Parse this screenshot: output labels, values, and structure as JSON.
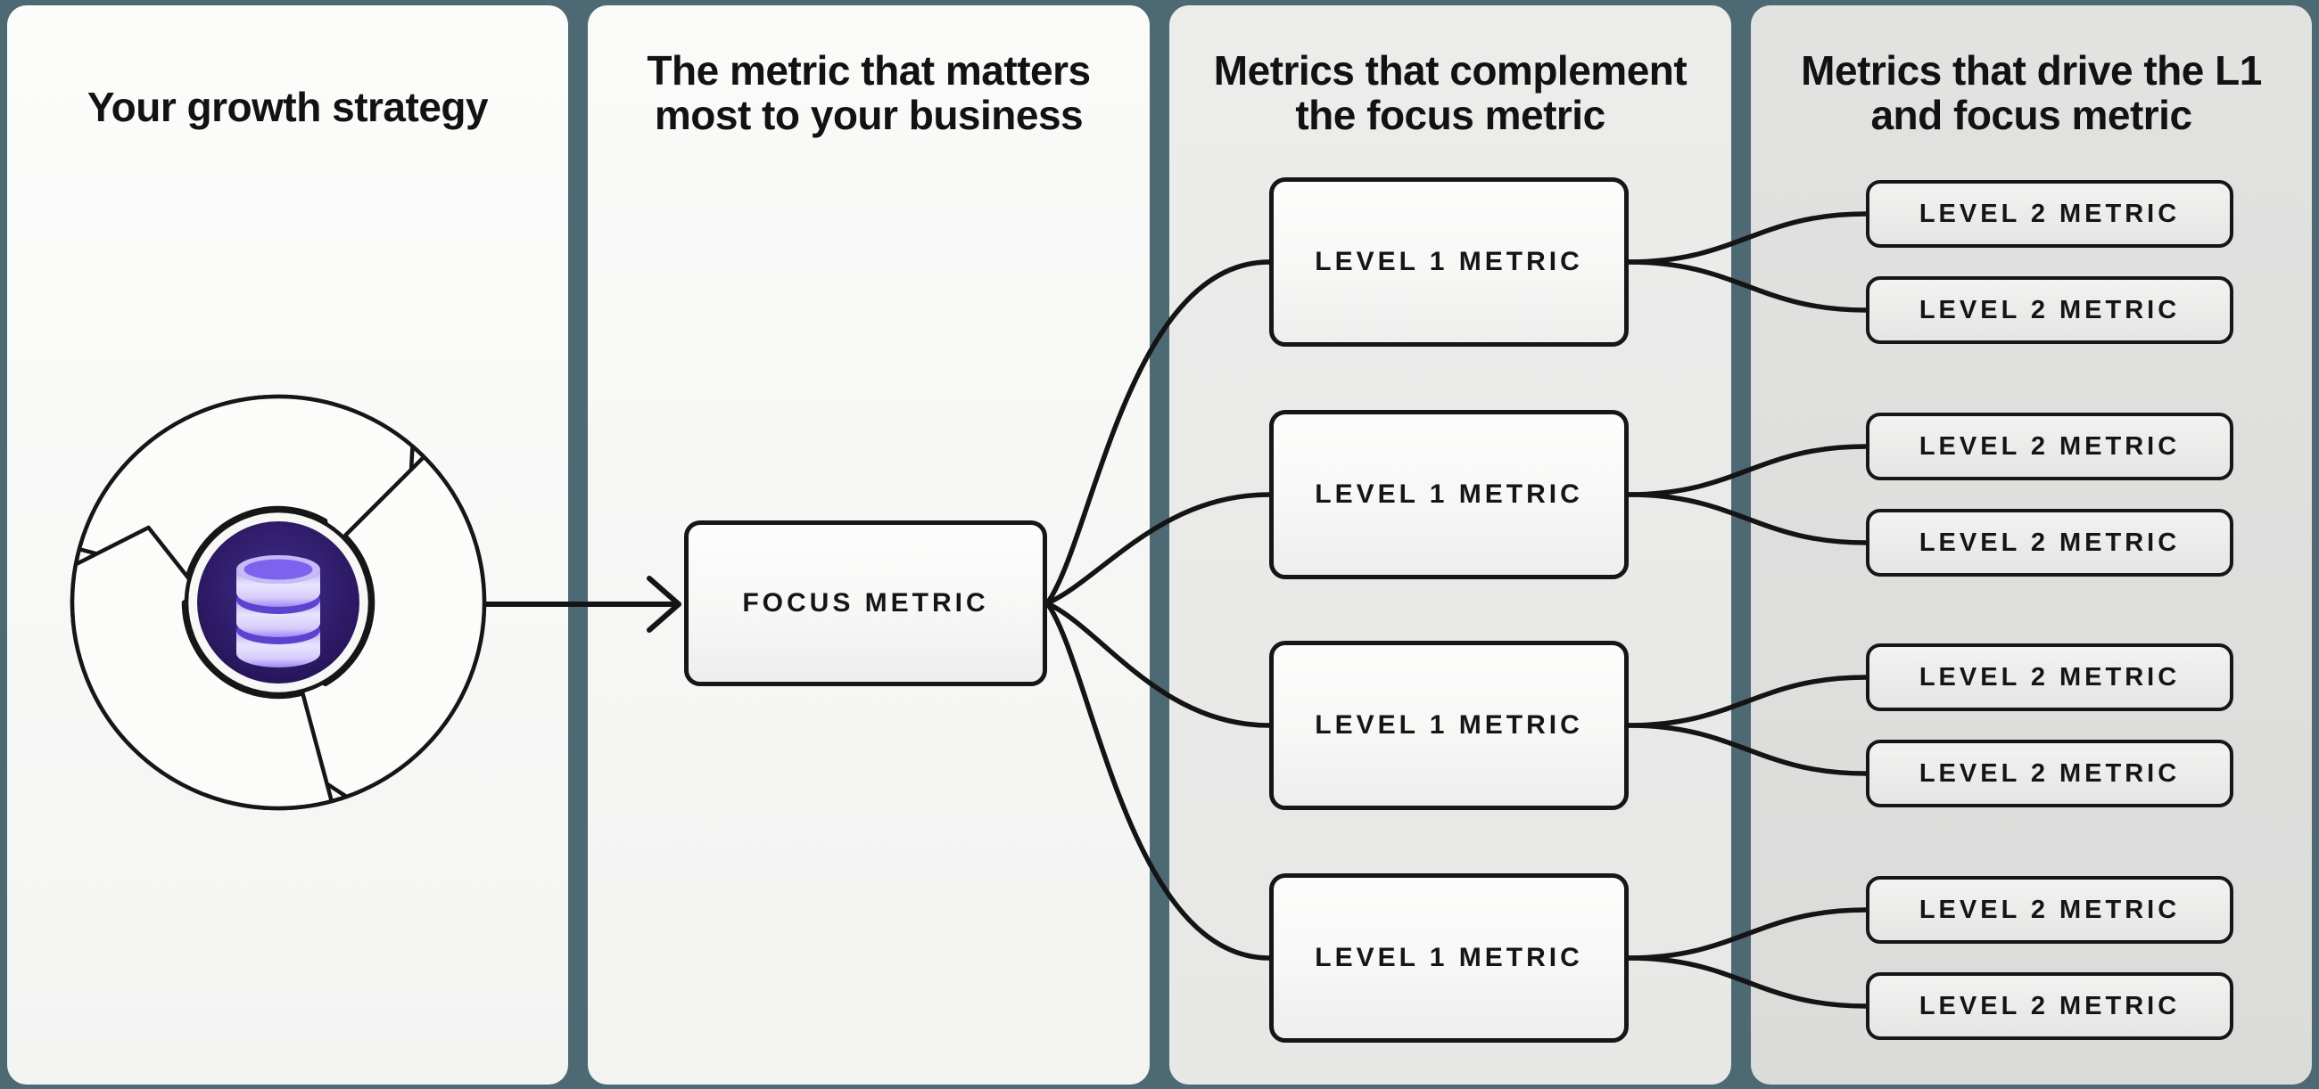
{
  "diagram_title": "Metrics tree from growth strategy to level 2 metrics",
  "colors": {
    "background_teal": "#4d6973",
    "card_light": "#f8f8f7",
    "card_mid": "#eaeae9",
    "card_dark": "#dedddd",
    "line_and_border": "#161616",
    "db_circle_purple": "#2e1c63",
    "db_icon_lavender": "#c6bbf7",
    "db_icon_purple": "#7b63ee"
  },
  "columns": [
    {
      "title_line1": "Your growth strategy"
    },
    {
      "title_line1": "The metric that matters",
      "title_line2": "most to your business"
    },
    {
      "title_line1": "Metrics that complement",
      "title_line2": "the focus metric"
    },
    {
      "title_line1": "Metrics that drive the L1",
      "title_line2": "and focus metric"
    }
  ],
  "boxes": {
    "focus": {
      "label": "FOCUS METRIC"
    },
    "l1": [
      {
        "label": "LEVEL 1 METRIC"
      },
      {
        "label": "LEVEL 1 METRIC"
      },
      {
        "label": "LEVEL 1 METRIC"
      },
      {
        "label": "LEVEL 1 METRIC"
      }
    ],
    "l2": [
      {
        "label": "LEVEL 2 METRIC"
      },
      {
        "label": "LEVEL 2 METRIC"
      },
      {
        "label": "LEVEL 2 METRIC"
      },
      {
        "label": "LEVEL 2 METRIC"
      },
      {
        "label": "LEVEL 2 METRIC"
      },
      {
        "label": "LEVEL 2 METRIC"
      },
      {
        "label": "LEVEL 2 METRIC"
      },
      {
        "label": "LEVEL 2 METRIC"
      }
    ]
  },
  "icons": {
    "flywheel": "flywheel-icon",
    "database": "database-icon",
    "arrow": "arrow-right-icon"
  }
}
